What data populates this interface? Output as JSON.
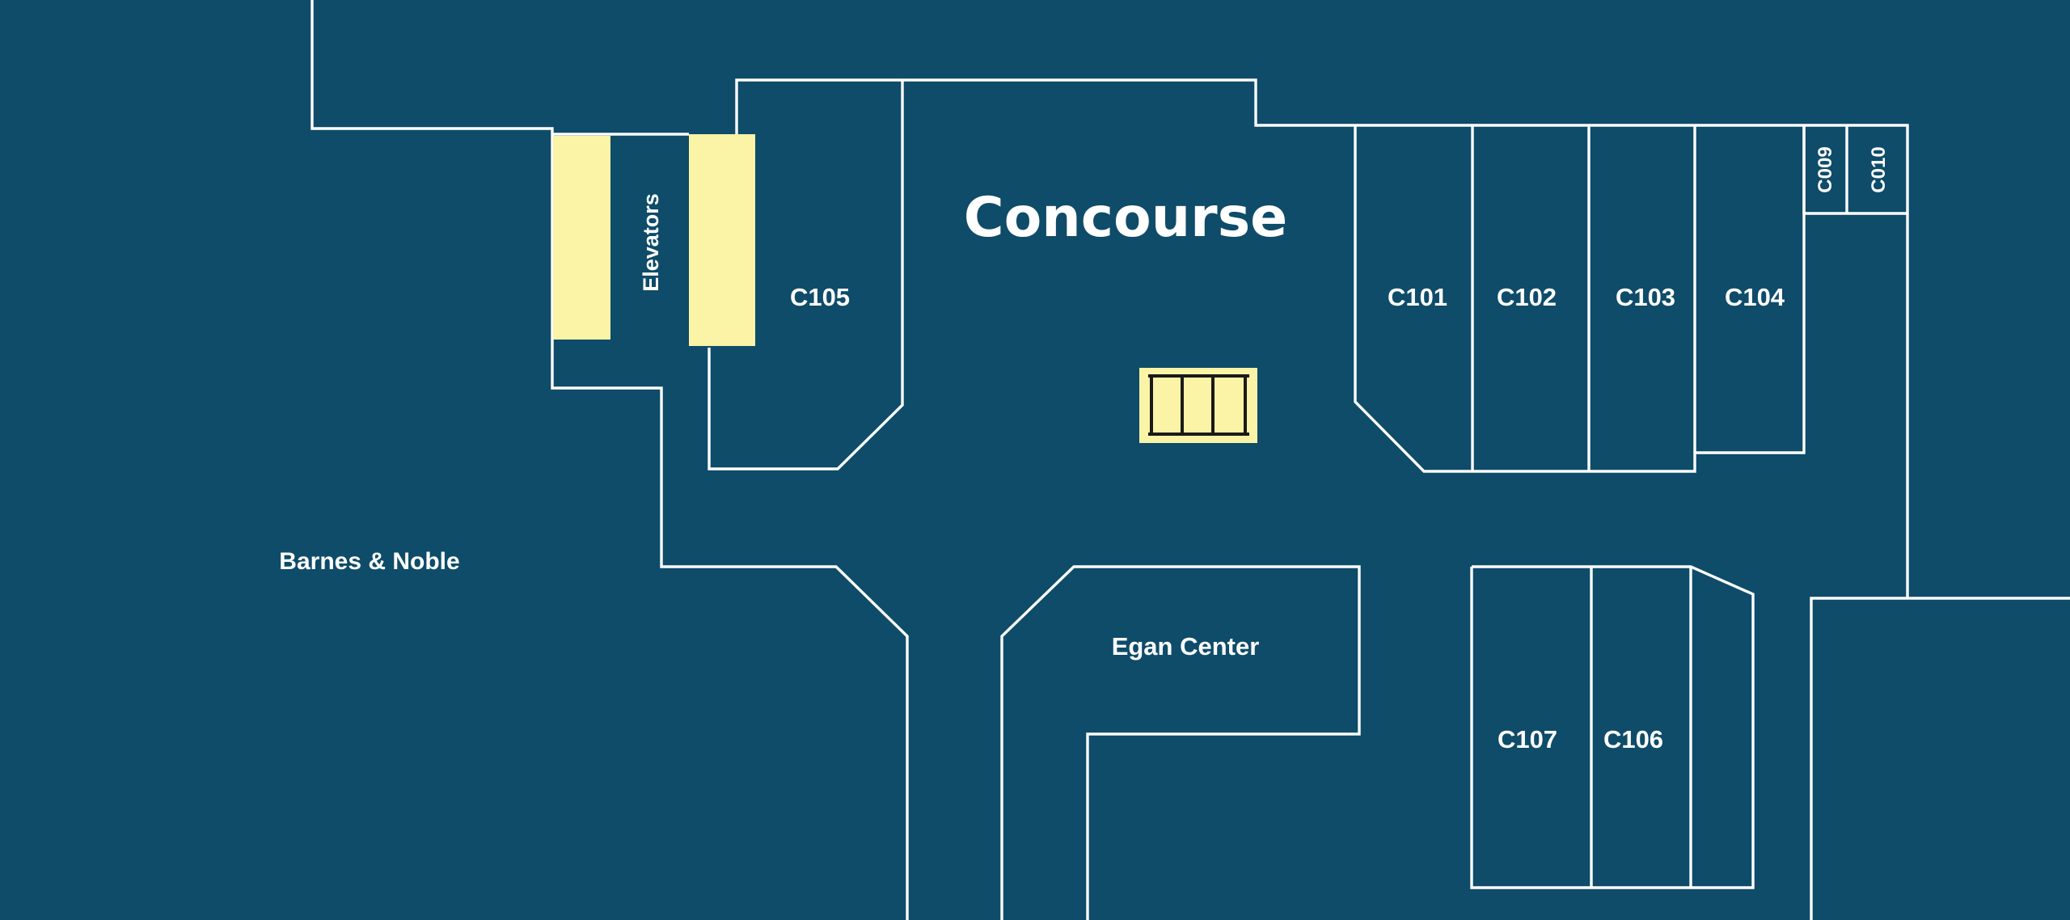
{
  "map": {
    "title": "Concourse",
    "elevators_label": "Elevators",
    "stairs_icon": "stairs-icon",
    "areas": {
      "barnes_noble": "Barnes & Noble",
      "egan_center": "Egan Center"
    },
    "rooms": {
      "c101": "C101",
      "c102": "C102",
      "c103": "C103",
      "c104": "C104",
      "c105": "C105",
      "c106": "C106",
      "c107": "C107",
      "c009": "C009",
      "c010": "C010"
    },
    "colors": {
      "background": "#0e4c69",
      "lines": "#ffffff",
      "highlight": "#fbf3a6"
    }
  }
}
